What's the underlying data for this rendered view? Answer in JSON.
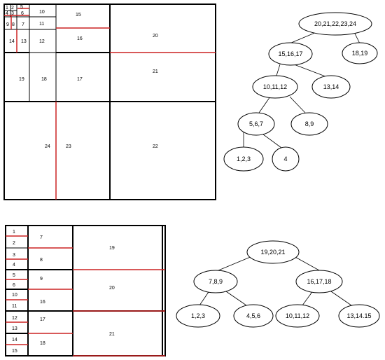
{
  "top_diagram": {
    "cells": {
      "c1": "1",
      "c2": "2",
      "c3": "3",
      "c4": "4",
      "c5": "5",
      "c6": "6",
      "c7": "7",
      "c8": "8",
      "c9": "9",
      "c10": "10",
      "c11": "11",
      "c12": "12",
      "c13": "13",
      "c14": "14",
      "c15": "15",
      "c16": "16",
      "c17": "17",
      "c18": "18",
      "c19": "19",
      "c20": "20",
      "c21": "21",
      "c22": "22",
      "c23": "23",
      "c24": "24"
    },
    "tree": {
      "n_root": "20,21,22,23,24",
      "n_a": "15,16,17",
      "n_b": "18,19",
      "n_c": "10,11,12",
      "n_d": "13,14",
      "n_e": "5,6,7",
      "n_f": "8,9",
      "n_g": "1,2,3",
      "n_h": "4"
    }
  },
  "bottom_diagram": {
    "cells": {
      "c1": "1",
      "c2": "2",
      "c3": "3",
      "c4": "4",
      "c5": "5",
      "c6": "6",
      "c7": "7",
      "c8": "8",
      "c9": "9",
      "c10": "10",
      "c11": "11",
      "c12": "12",
      "c13": "13",
      "c14": "14",
      "c15": "15",
      "c16": "16",
      "c17": "17",
      "c18": "18",
      "c19": "19",
      "c20": "20",
      "c21": "21"
    },
    "tree": {
      "n_root": "19,20,21",
      "n_a": "7,8,9",
      "n_b": "16,17,18",
      "n_c": "1,2,3",
      "n_d": "4,5,6",
      "n_e": "10,11,12",
      "n_f": "13,14.15"
    }
  }
}
